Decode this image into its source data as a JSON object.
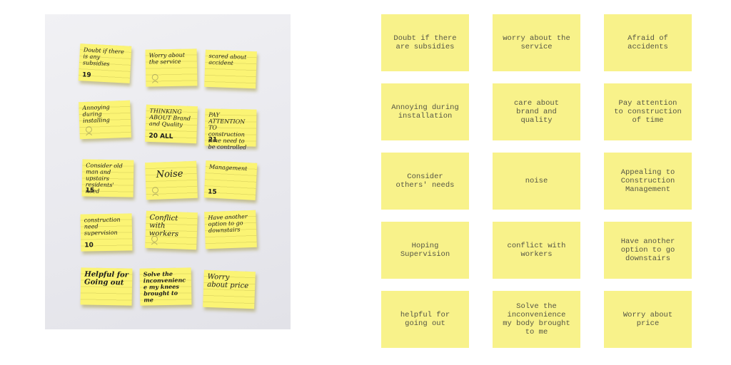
{
  "handwritten_notes": [
    {
      "text": "Doubt if there is any subsidies",
      "number": "19"
    },
    {
      "text": "Worry about the service",
      "number": ""
    },
    {
      "text": "scared about accident",
      "number": ""
    },
    {
      "text": "Annoying during installing",
      "number": ""
    },
    {
      "text": "THINKING ABOUT Brand and Quality",
      "number": "20 ALL"
    },
    {
      "text": "PAY ATTENTION TO construction time need to be controlled",
      "number": "21"
    },
    {
      "text": "Consider old man and upstairs residents' need",
      "number": "15"
    },
    {
      "text": "Noise",
      "number": ""
    },
    {
      "text": "Management",
      "number": "15"
    },
    {
      "text": "construction need supervision",
      "number": "10"
    },
    {
      "text": "Conflict with workers",
      "number": ""
    },
    {
      "text": "Have another option to go downstairs",
      "number": ""
    },
    {
      "text": "Helpful for Going out",
      "number": ""
    },
    {
      "text": "Solve the inconvenience my knees brought to me",
      "number": ""
    },
    {
      "text": "Worry about price",
      "number": ""
    }
  ],
  "digital_notes": [
    {
      "text": "Doubt  if there are subsidies"
    },
    {
      "text": "worry about the service"
    },
    {
      "text": "Afraid of accidents"
    },
    {
      "text": "Annoying during installation"
    },
    {
      "text": "care about brand and quality"
    },
    {
      "text": "Pay attention to construction of time"
    },
    {
      "text": "Consider others' needs"
    },
    {
      "text": "noise"
    },
    {
      "text": "Appealing to Construction Management"
    },
    {
      "text": "Hoping Supervision"
    },
    {
      "text": "conflict with workers"
    },
    {
      "text": "Have another option to go downstairs"
    },
    {
      "text": "helpful for going out"
    },
    {
      "text": "Solve the inconvenience my body brought to me"
    },
    {
      "text": "Worry  about price"
    }
  ],
  "colors": {
    "photo_note": "#fbf474",
    "digital_note": "#f8f28a",
    "digital_text": "#555544"
  }
}
